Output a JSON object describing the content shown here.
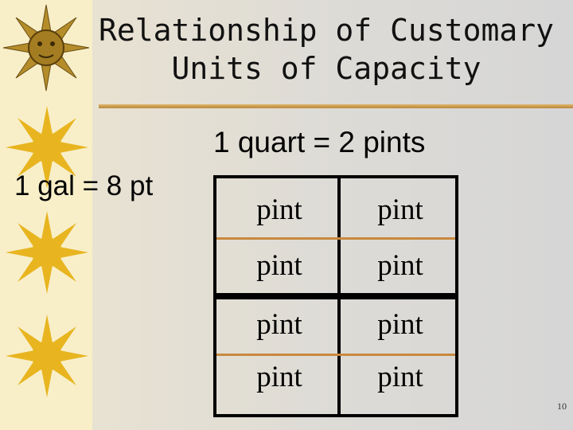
{
  "slide": {
    "title": "Relationship of Customary Units of Capacity",
    "gallon_label": "1 gal = 8 pt",
    "quart_label": "1 quart = 2 pints",
    "slide_number": "10"
  },
  "quarts": [
    {
      "cells": [
        "pint",
        "pint",
        "pint",
        "pint"
      ]
    },
    {
      "cells": [
        "pint",
        "pint",
        "pint",
        "pint"
      ]
    }
  ],
  "colors": {
    "sun_fill": "#e8b520",
    "rule": "#c8893e",
    "box_border": "#000000"
  },
  "icons": [
    "sun-face-icon",
    "sun-icon"
  ]
}
